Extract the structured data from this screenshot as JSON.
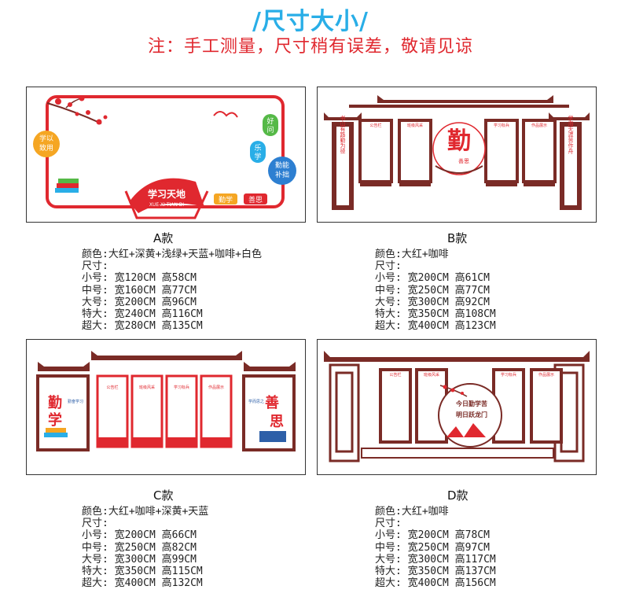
{
  "header": {
    "title": "/尺寸大小/",
    "subtitle": "注：手工测量，尺寸稍有误差，敬请见谅"
  },
  "colors": {
    "title_blue": "#29aee7",
    "accent_red": "#e0282f",
    "wood_brown": "#7a2b26"
  },
  "panels": [
    {
      "name": "A款",
      "color_line": "颜色:大红+深黄+浅绿+天蓝+咖啡+白色",
      "size_label": "尺寸:",
      "sizes": [
        "小号: 宽120CM 高58CM",
        "中号: 宽160CM 高77CM",
        "大号: 宽200CM 高96CM",
        "特大: 宽240CM 高116CM",
        "超大: 宽280CM 高135CM"
      ],
      "art": {
        "badge_left": "学以\n致用",
        "badge_top": "好\n问",
        "badge_mid": "乐\n学",
        "badge_right": "勤能\n补拙",
        "banner": "学习天地",
        "banner_sub": "XUE XI TIAN DI",
        "tag1": "勤学",
        "tag2": "善思"
      }
    },
    {
      "name": "B款",
      "color_line": "颜色:大红+咖啡",
      "size_label": "尺寸:",
      "sizes": [
        "小号: 宽200CM 高61CM",
        "中号: 宽250CM 高77CM",
        "大号: 宽300CM 高92CM",
        "特大: 宽350CM 高108CM",
        "超大: 宽400CM 高123CM"
      ],
      "art": {
        "board1": "公告栏",
        "board2": "班级风采",
        "board3": "学习标兵",
        "board4": "作品展示",
        "big_char": "勤",
        "small_text": "善思",
        "couplet_left": "书山有路勤为径",
        "couplet_right": "学海无涯苦作舟"
      }
    },
    {
      "name": "C款",
      "color_line": "颜色:大红+咖啡+深黄+天蓝",
      "size_label": "尺寸:",
      "sizes": [
        "小号: 宽200CM 高66CM",
        "中号: 宽250CM 高82CM",
        "大号: 宽300CM 高99CM",
        "特大: 宽350CM 高115CM",
        "超大: 宽400CM 高132CM"
      ],
      "art": {
        "board1": "公告栏",
        "board2": "班级风采",
        "board3": "学习标兵",
        "board4": "作品展示",
        "left_char": "勤学",
        "right_char": "善思",
        "left_note": "勤奋学习",
        "right_note": "学而思之"
      }
    },
    {
      "name": "D款",
      "color_line": "颜色:大红+咖啡",
      "size_label": "尺寸:",
      "sizes": [
        "小号: 宽200CM 高78CM",
        "中号: 宽250CM 高97CM",
        "大号: 宽300CM 高117CM",
        "特大: 宽350CM 高137CM",
        "超大: 宽400CM 高156CM"
      ],
      "art": {
        "board1": "公告栏",
        "board2": "班级风采",
        "board3": "学习标兵",
        "board4": "作品展示",
        "circle_line1": "今日勤学苦",
        "circle_line2": "明日跃龙门"
      }
    }
  ]
}
